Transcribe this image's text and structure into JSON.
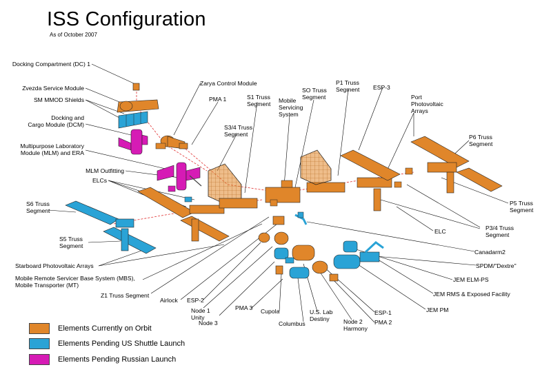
{
  "title": "ISS Configuration",
  "subtitle": "As of October 2007",
  "colors": {
    "orbit": "#E0862A",
    "shuttle": "#2AA3D6",
    "russian": "#D61BB5",
    "outline": "#222222",
    "trace": "#E03030"
  },
  "labels": {
    "dc1": "Docking Compartment (DC) 1",
    "zvezda": "Zvezda Service Module",
    "sm_mmod": "SM MMOD Shields",
    "dcm": "Docking and\nCargo Module (DCM)",
    "mlm": "Multipurpose Laboratory\nModule (MLM) and ERA",
    "mlm_outfitting": "MLM Outfitting",
    "elcs": "ELCs",
    "s6": "S6 Truss\nSegment",
    "s5": "S5 Truss\nSegment",
    "starboard_pv": "Starboard Photovoltaic Arrays",
    "mbs": "Mobile Remote Servicer Base System (MBS),\nMobile Transporter (MT)",
    "z1": "Z1 Truss Segment",
    "airlock": "Airlock",
    "esp2": "ESP-2",
    "node1": "Node 1\nUnity",
    "node3": "Node 3",
    "pma3": "PMA 3",
    "cupola": "Cupola",
    "columbus": "Columbus",
    "uslab": "U.S. Lab\nDestiny",
    "node2": "Node 2\nHarmony",
    "esp1": "ESP-1",
    "pma2": "PMA 2",
    "jem_pm": "JEM PM",
    "jem_rms": "JEM RMS & Exposed Facility",
    "jem_elm": "JEM ELM-PS",
    "spdm": "SPDM/\"Dextre\"",
    "canadarm2": "Canadarm2",
    "p34": "P3/4 Truss\nSegment",
    "elc": "ELC",
    "p5": "P5 Truss\nSegment",
    "p6": "P6 Truss\nSegment",
    "port_pv": "Port\nPhotovoltaic\nArrays",
    "esp3": "ESP-3",
    "p1": "P1 Truss\nSegment",
    "so": "SO Truss\nSegment",
    "mss": "Mobile\nServicing\nSystem",
    "s1": "S1 Truss\nSegment",
    "s34": "S3/4 Truss\nSegment",
    "pma1": "PMA 1",
    "zarya": "Zarya Control Module"
  },
  "legend": [
    {
      "label": "Elements Currently on Orbit",
      "color": "#E0862A"
    },
    {
      "label": "Elements Pending US Shuttle Launch",
      "color": "#2AA3D6"
    },
    {
      "label": "Elements Pending Russian Launch",
      "color": "#D61BB5"
    }
  ]
}
